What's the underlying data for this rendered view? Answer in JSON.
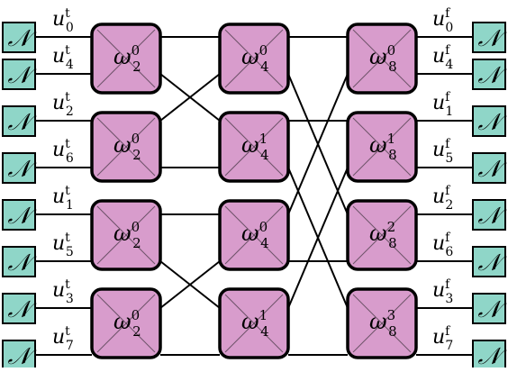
{
  "n_symbol": "𝒩",
  "inputs": [
    {
      "sym": "u",
      "sup": "t",
      "sub": "0"
    },
    {
      "sym": "u",
      "sup": "t",
      "sub": "4"
    },
    {
      "sym": "u",
      "sup": "t",
      "sub": "2"
    },
    {
      "sym": "u",
      "sup": "t",
      "sub": "6"
    },
    {
      "sym": "u",
      "sup": "t",
      "sub": "1"
    },
    {
      "sym": "u",
      "sup": "t",
      "sub": "5"
    },
    {
      "sym": "u",
      "sup": "t",
      "sub": "3"
    },
    {
      "sym": "u",
      "sup": "t",
      "sub": "7"
    }
  ],
  "outputs": [
    {
      "sym": "u",
      "sup": "f",
      "sub": "0"
    },
    {
      "sym": "u",
      "sup": "f",
      "sub": "4"
    },
    {
      "sym": "u",
      "sup": "f",
      "sub": "1"
    },
    {
      "sym": "u",
      "sup": "f",
      "sub": "5"
    },
    {
      "sym": "u",
      "sup": "f",
      "sub": "2"
    },
    {
      "sym": "u",
      "sup": "f",
      "sub": "6"
    },
    {
      "sym": "u",
      "sup": "f",
      "sub": "3"
    },
    {
      "sym": "u",
      "sup": "f",
      "sub": "7"
    }
  ],
  "stages": [
    [
      {
        "sym": "ω",
        "sub": "2",
        "sup": "0"
      },
      {
        "sym": "ω",
        "sub": "2",
        "sup": "0"
      },
      {
        "sym": "ω",
        "sub": "2",
        "sup": "0"
      },
      {
        "sym": "ω",
        "sub": "2",
        "sup": "0"
      }
    ],
    [
      {
        "sym": "ω",
        "sub": "4",
        "sup": "0"
      },
      {
        "sym": "ω",
        "sub": "4",
        "sup": "1"
      },
      {
        "sym": "ω",
        "sub": "4",
        "sup": "0"
      },
      {
        "sym": "ω",
        "sub": "4",
        "sup": "1"
      }
    ],
    [
      {
        "sym": "ω",
        "sub": "8",
        "sup": "0"
      },
      {
        "sym": "ω",
        "sub": "8",
        "sup": "1"
      },
      {
        "sym": "ω",
        "sub": "8",
        "sup": "2"
      },
      {
        "sym": "ω",
        "sub": "8",
        "sup": "3"
      }
    ]
  ],
  "colors": {
    "n_box": "#8fd6c8",
    "butterfly": "#d89ccc",
    "stroke": "#000000"
  }
}
